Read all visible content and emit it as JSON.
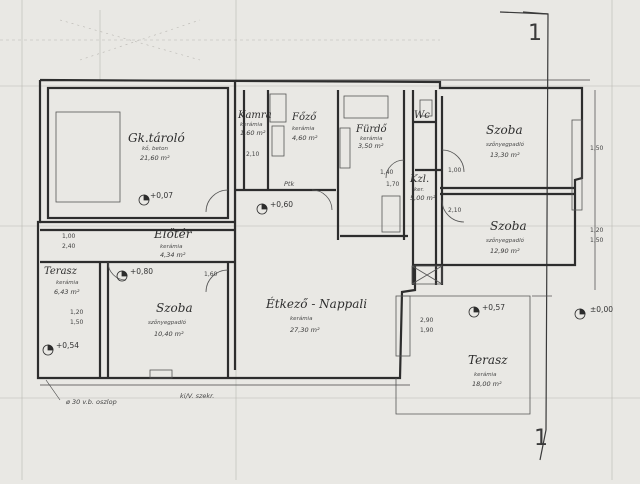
{
  "rooms": [
    {
      "id": "garage",
      "name": "Gk.tároló",
      "sub": "kő, beton",
      "area": "21,60 m²"
    },
    {
      "id": "pantry",
      "name": "Kamra",
      "sub": "kerámia",
      "area": "1,60 m²"
    },
    {
      "id": "kitchen",
      "name": "Főző",
      "sub": "kerámia",
      "area": "4,60 m²"
    },
    {
      "id": "bath",
      "name": "Fürdő",
      "sub": "kerámia",
      "area": "3,50 m²"
    },
    {
      "id": "wc",
      "name": "Wc",
      "sub": "",
      "area": ""
    },
    {
      "id": "room-ne",
      "name": "Szoba",
      "sub": "szőnyegpadló",
      "area": "13,30 m²"
    },
    {
      "id": "corridor",
      "name": "Kzl.",
      "sub": "ker.",
      "area": "5,00 m²"
    },
    {
      "id": "room-e",
      "name": "Szoba",
      "sub": "szőnyegpadló",
      "area": "12,90 m²"
    },
    {
      "id": "hall",
      "name": "Előtér",
      "sub": "kerámia",
      "area": "4,34 m²"
    },
    {
      "id": "terrace-w",
      "name": "Terasz",
      "sub": "kerámia",
      "area": "6,43 m²"
    },
    {
      "id": "room-sw",
      "name": "Szoba",
      "sub": "szőnyegpadló",
      "area": "10,40 m²"
    },
    {
      "id": "living",
      "name": "Étkező - Nappali",
      "sub": "kerámia",
      "area": "27,30 m²"
    },
    {
      "id": "terrace-se",
      "name": "Terasz",
      "sub": "kerámia",
      "area": "18,00 m²"
    }
  ],
  "levels": [
    "+0,07",
    "+0,60",
    "+0,80",
    "+0,54",
    "+0,57",
    "±0,00"
  ],
  "dimensions": [
    "1,00",
    "2,40",
    "1,20",
    "1,50",
    "2,10",
    "1,40",
    "1,60",
    "2,90",
    "1,90",
    "1,50",
    "1,00",
    "1,70",
    "2,10",
    "1,20",
    "1,50"
  ],
  "notes": [
    "ø 30 v.b. oszlop",
    "ki/V. szekr.",
    "Ptk"
  ],
  "section_marks": [
    "1",
    "1"
  ]
}
